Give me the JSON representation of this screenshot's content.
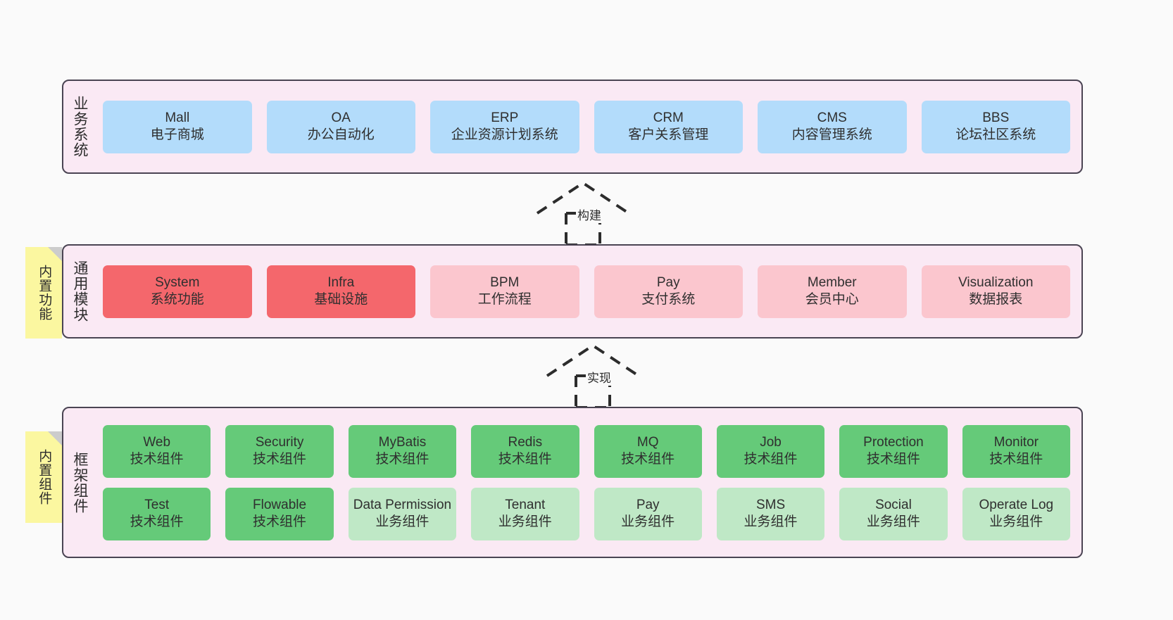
{
  "canvas": {
    "background": "#fafafa",
    "container_fill": "#fae9f4",
    "container_border": "#4a4453"
  },
  "layers": [
    {
      "key": "business",
      "title": "业务系统",
      "sticky": null,
      "rows": [
        {
          "cards": [
            {
              "title": "Mall",
              "subtitle": "电子商城",
              "color": "#b3dcfb",
              "style": "c-blue"
            },
            {
              "title": "OA",
              "subtitle": "办公自动化",
              "color": "#b3dcfb",
              "style": "c-blue"
            },
            {
              "title": "ERP",
              "subtitle": "企业资源计划系统",
              "color": "#b3dcfb",
              "style": "c-blue"
            },
            {
              "title": "CRM",
              "subtitle": "客户关系管理",
              "color": "#b3dcfb",
              "style": "c-blue"
            },
            {
              "title": "CMS",
              "subtitle": "内容管理系统",
              "color": "#b3dcfb",
              "style": "c-blue"
            },
            {
              "title": "BBS",
              "subtitle": "论坛社区系统",
              "color": "#b3dcfb",
              "style": "c-blue"
            }
          ]
        }
      ]
    },
    {
      "key": "common",
      "title": "通用模块",
      "sticky": "内置功能",
      "rows": [
        {
          "cards": [
            {
              "title": "System",
              "subtitle": "系统功能",
              "color": "#f4676c",
              "style": "c-red"
            },
            {
              "title": "Infra",
              "subtitle": "基础设施",
              "color": "#f4676c",
              "style": "c-red"
            },
            {
              "title": "BPM",
              "subtitle": "工作流程",
              "color": "#fbc6ce",
              "style": "c-pink"
            },
            {
              "title": "Pay",
              "subtitle": "支付系统",
              "color": "#fbc6ce",
              "style": "c-pink"
            },
            {
              "title": "Member",
              "subtitle": "会员中心",
              "color": "#fbc6ce",
              "style": "c-pink"
            },
            {
              "title": "Visualization",
              "subtitle": "数据报表",
              "color": "#fbc6ce",
              "style": "c-pink"
            }
          ]
        }
      ]
    },
    {
      "key": "framework",
      "title": "框架组件",
      "sticky": "内置组件",
      "rows": [
        {
          "cards": [
            {
              "title": "Web",
              "subtitle": "技术组件",
              "color": "#65ca79",
              "style": "c-green"
            },
            {
              "title": "Security",
              "subtitle": "技术组件",
              "color": "#65ca79",
              "style": "c-green"
            },
            {
              "title": "MyBatis",
              "subtitle": "技术组件",
              "color": "#65ca79",
              "style": "c-green"
            },
            {
              "title": "Redis",
              "subtitle": "技术组件",
              "color": "#65ca79",
              "style": "c-green"
            },
            {
              "title": "MQ",
              "subtitle": "技术组件",
              "color": "#65ca79",
              "style": "c-green"
            },
            {
              "title": "Job",
              "subtitle": "技术组件",
              "color": "#65ca79",
              "style": "c-green"
            },
            {
              "title": "Protection",
              "subtitle": "技术组件",
              "color": "#65ca79",
              "style": "c-green"
            },
            {
              "title": "Monitor",
              "subtitle": "技术组件",
              "color": "#65ca79",
              "style": "c-green"
            }
          ]
        },
        {
          "cards": [
            {
              "title": "Test",
              "subtitle": "技术组件",
              "color": "#65ca79",
              "style": "c-green"
            },
            {
              "title": "Flowable",
              "subtitle": "技术组件",
              "color": "#65ca79",
              "style": "c-green"
            },
            {
              "title": "Data Permission",
              "subtitle": "业务组件",
              "color": "#bfe8c6",
              "style": "c-green-light"
            },
            {
              "title": "Tenant",
              "subtitle": "业务组件",
              "color": "#bfe8c6",
              "style": "c-green-light"
            },
            {
              "title": "Pay",
              "subtitle": "业务组件",
              "color": "#bfe8c6",
              "style": "c-green-light"
            },
            {
              "title": "SMS",
              "subtitle": "业务组件",
              "color": "#bfe8c6",
              "style": "c-green-light"
            },
            {
              "title": "Social",
              "subtitle": "业务组件",
              "color": "#bfe8c6",
              "style": "c-green-light"
            },
            {
              "title": "Operate Log",
              "subtitle": "业务组件",
              "color": "#bfe8c6",
              "style": "c-green-light"
            }
          ]
        }
      ]
    }
  ],
  "arrows": [
    {
      "key": "build",
      "label": "构建",
      "style": "dashed-generalization",
      "direction": "up"
    },
    {
      "key": "impl",
      "label": "实现",
      "style": "dashed-generalization",
      "direction": "up"
    }
  ]
}
